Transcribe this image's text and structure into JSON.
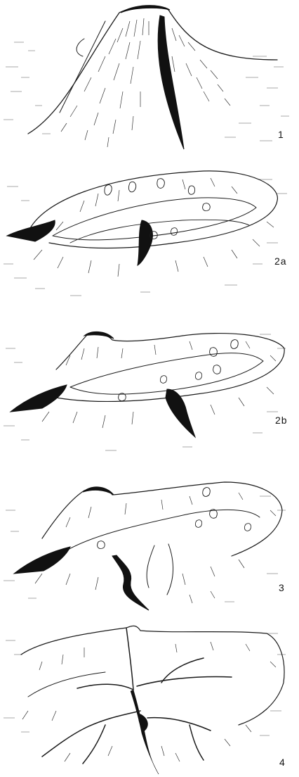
{
  "figure": {
    "panels": [
      {
        "label": "1"
      },
      {
        "label": "2a"
      },
      {
        "label": "2b"
      },
      {
        "label": "3"
      },
      {
        "label": "4"
      }
    ]
  }
}
